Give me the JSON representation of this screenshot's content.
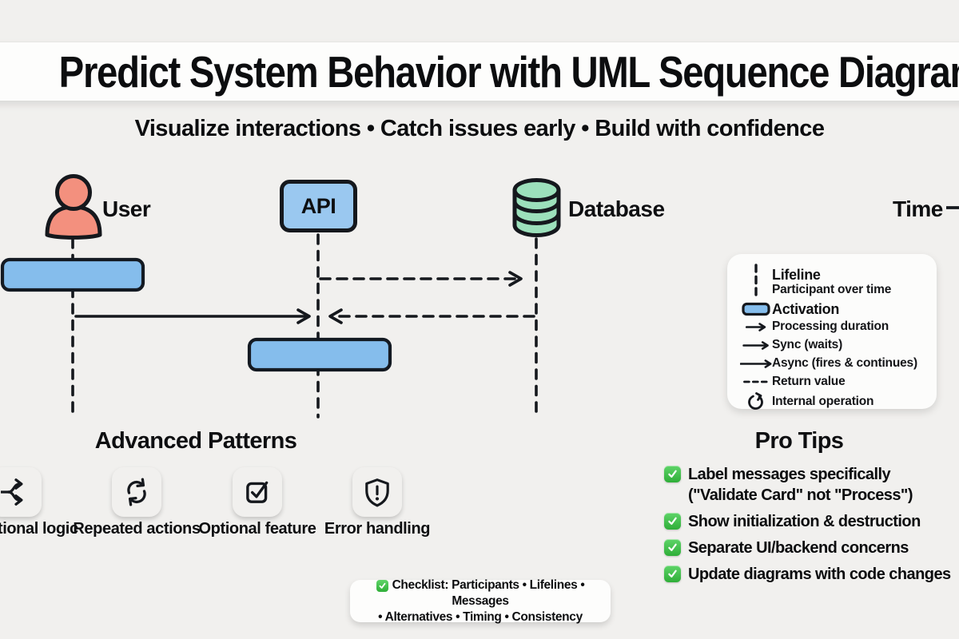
{
  "header": {
    "title": "Predict System Behavior with UML Sequence Diagrams",
    "subtitle": "Visualize interactions • Catch issues early • Build with confidence"
  },
  "sequence": {
    "participants": [
      {
        "name": "User",
        "icon": "person-icon"
      },
      {
        "name": "API",
        "icon": "rounded-box"
      },
      {
        "name": "Database",
        "icon": "database-cylinder-icon"
      }
    ],
    "time_label": "Time",
    "elements": {
      "lifelines": 3,
      "activation_bars": 2,
      "messages": [
        {
          "from": "API",
          "to": "Database",
          "style": "dashed",
          "direction": "right"
        },
        {
          "from": "User",
          "to": "API",
          "style": "solid",
          "direction": "right"
        },
        {
          "from": "Database",
          "to": "API",
          "style": "dashed",
          "direction": "left"
        }
      ]
    }
  },
  "legend": {
    "items": [
      {
        "icon": "dashed-vertical-line-icon",
        "name": "Lifeline",
        "desc": "Participant over time"
      },
      {
        "icon": "activation-bar-icon",
        "name": "Activation"
      },
      {
        "icon": "arrow-short-icon",
        "name": "Processing duration"
      },
      {
        "icon": "arrow-medium-icon",
        "name": "Sync (waits)"
      },
      {
        "icon": "arrow-long-icon",
        "name": "Async (fires & continues)"
      },
      {
        "icon": "dashed-horizontal-line-icon",
        "name": "Return value"
      },
      {
        "icon": "circular-arrow-icon",
        "name": "Internal operation"
      }
    ]
  },
  "advanced_patterns": {
    "heading": "Advanced Patterns",
    "items": [
      {
        "label": "Conditional logic",
        "icon": "branch-icon",
        "color": "#cda7ee"
      },
      {
        "label": "Repeated actions",
        "icon": "cycle-icon",
        "color": "#7db6e9"
      },
      {
        "label": "Optional feature",
        "icon": "checkbox-icon",
        "color": "#ee8875"
      },
      {
        "label": "Error handling",
        "icon": "shield-alert-icon",
        "color": "#97dbaf"
      }
    ]
  },
  "pro_tips": {
    "heading": "Pro Tips",
    "items": [
      {
        "text": "Label messages specifically",
        "text2": "(\"Validate Card\" not \"Process\")"
      },
      {
        "text": "Show initialization & destruction"
      },
      {
        "text": "Separate UI/backend concerns"
      },
      {
        "text": "Update diagrams with code changes"
      }
    ]
  },
  "checklist": {
    "line1": "Checklist: Participants • Lifelines • Messages",
    "line2": "• Alternatives • Timing • Consistency"
  },
  "colors": {
    "background": "#f1f0ee",
    "card": "#fdfdfc",
    "ink": "#15181d",
    "activation_fill": "#85bdec",
    "api_fill": "#9ac8f0",
    "user_fill": "#f3907e",
    "database_fill": "#9ce0bb",
    "tile_purple": "#cda7ee",
    "tile_blue": "#7db6e9",
    "tile_salmon": "#ee8875",
    "tile_green": "#97dbaf",
    "check_green": "#2fae38"
  }
}
